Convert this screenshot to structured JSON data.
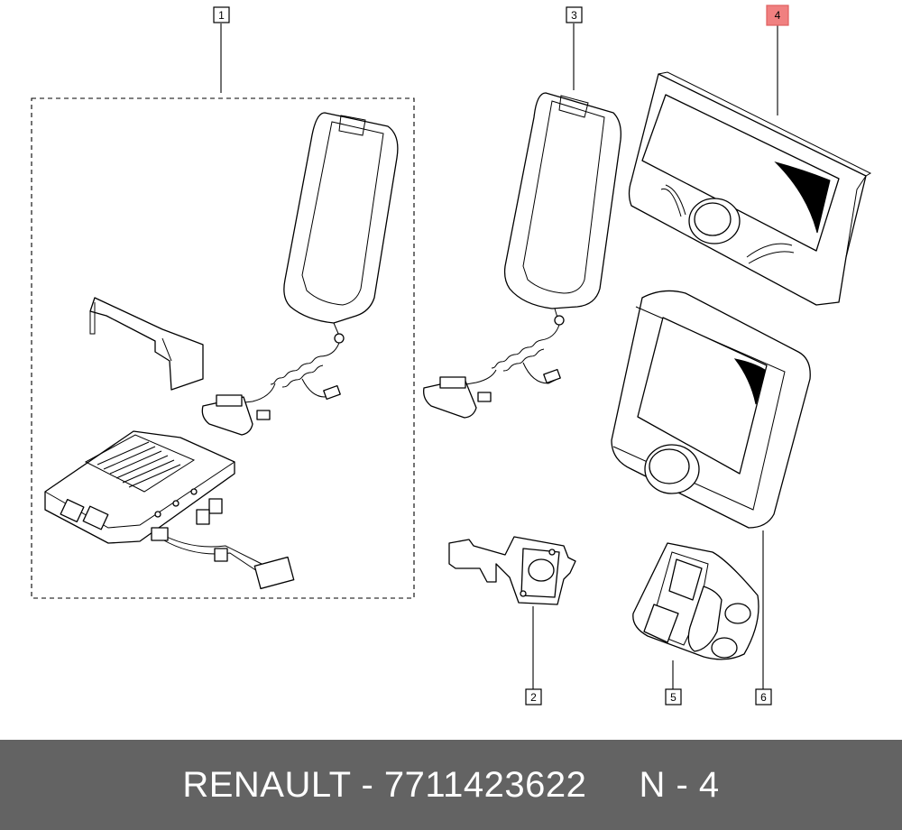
{
  "callouts": [
    {
      "id": "1",
      "highlighted": false
    },
    {
      "id": "2",
      "highlighted": false
    },
    {
      "id": "3",
      "highlighted": false
    },
    {
      "id": "4",
      "highlighted": true
    },
    {
      "id": "5",
      "highlighted": false
    },
    {
      "id": "6",
      "highlighted": false
    }
  ],
  "footer": {
    "brand": "RENAULT",
    "separator": " - ",
    "part_number": "7711423622",
    "sheet": "N - 4",
    "background_color": "#636363",
    "text_color": "#ffffff"
  },
  "highlight_color": "#f08080"
}
